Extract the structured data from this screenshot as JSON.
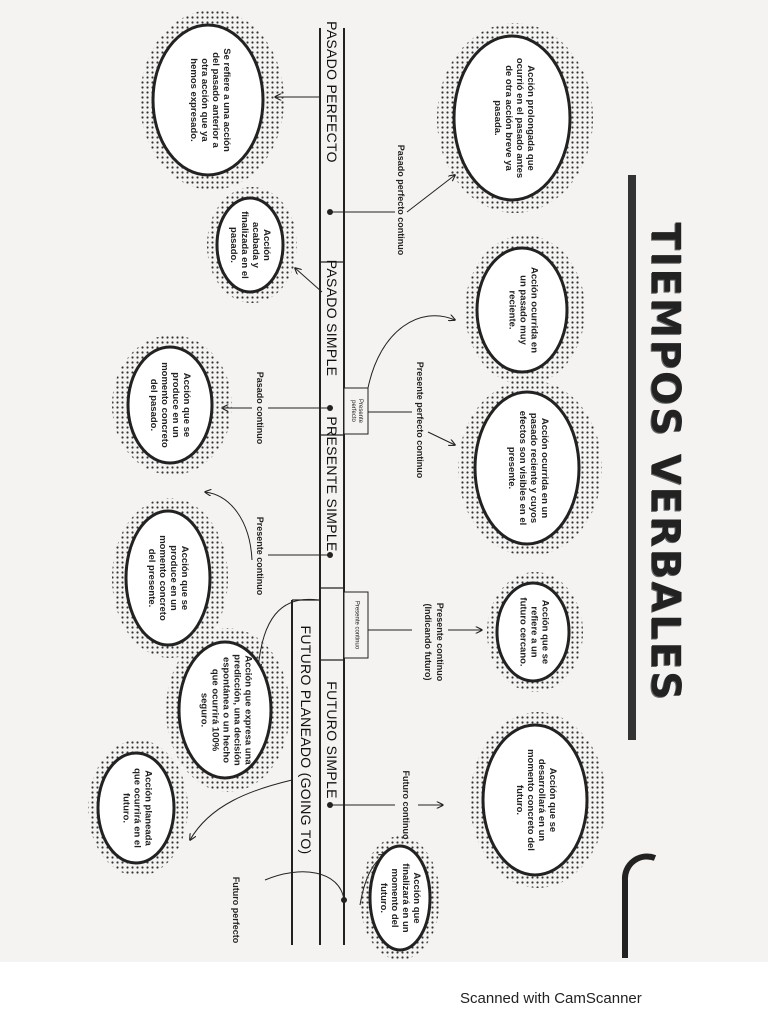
{
  "title": "TIEMPOS VERBALES",
  "tenses": {
    "pasado_perfecto": "PASADO PERFECTO",
    "pasado_simple": "PASADO SIMPLE",
    "presente_simple": "PRESENTE SIMPLE",
    "futuro_simple": "FUTURO SIMPLE",
    "futuro_planeado": "FUTURO PLANEADO (GOING TO)"
  },
  "boxes": {
    "presente_perfecto": "Presente perfecto",
    "presente_continuo": "Presente continuo"
  },
  "labels": {
    "pasado_perfecto_continuo": "Pasado perfecto continuo",
    "presente_perfecto_continuo": "Presente perfecto continuo",
    "pasado_continuo": "Pasado continuo",
    "presente_continuo": "Presente continuo",
    "presente_continuo_futuro": "Presente continuo",
    "indicando_futuro": "(Indicando futuro)",
    "futuro_continuo": "Futuro continuo",
    "futuro_perfecto": "Futuro perfecto"
  },
  "clouds": {
    "pasado_perfecto": "Se refiere a una acción del pasado anterior a otra acción que ya hemos expresado.",
    "pasado_perfecto_continuo": "Acción prolongada que ocurrió en el pasado antes de otra acción breve ya pasada.",
    "pasado_simple": "Acción acabada y finalizada en el pasado.",
    "presente_perfecto": "Acción ocurrida en un pasado muy reciente.",
    "presente_perfecto_continuo": "Acción ocurrida en un pasado reciente y cuyos efectos son visibles en el presente.",
    "pasado_continuo": "Acción que se produce en un momento concreto del pasado.",
    "presente_continuo": "Acción que se produce en un momento concreto del presente.",
    "presente_continuo_futuro": "Acción que se refiere a un futuro cercano.",
    "futuro_simple": "Acción que expresa una predicción, una decisión espontánea o un hecho que ocurrirá 100% seguro.",
    "futuro_continuo": "Acción que se desarrollará en un momento concreto del futuro.",
    "futuro_planeado": "Acción planeada que ocurrirá en el futuro.",
    "futuro_perfecto": "Acción que finalizará en un momento del futuro."
  },
  "footer": "Scanned with CamScanner"
}
